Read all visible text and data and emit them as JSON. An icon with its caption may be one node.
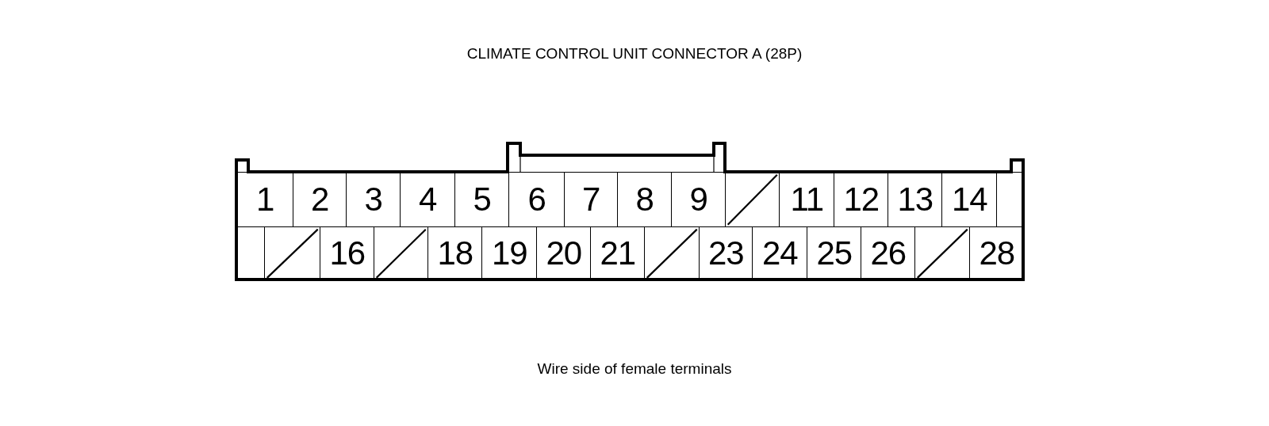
{
  "diagram": {
    "title": "CLIMATE CONTROL UNIT CONNECTOR A (28P)",
    "caption": "Wire side of female terminals",
    "nodes": [
      {
        "text": [
          "1"
        ]
      },
      {
        "text": [
          "2"
        ]
      },
      {
        "text": [
          "3"
        ]
      },
      {
        "text": [
          "4"
        ]
      },
      {
        "text": [
          "5"
        ]
      },
      {
        "text": [
          "6"
        ]
      },
      {
        "text": [
          "7"
        ]
      },
      {
        "text": [
          "8"
        ]
      },
      {
        "text": [
          "9"
        ]
      },
      {
        "text": [],
        "shape": "slashed-box"
      },
      {
        "text": [
          "11"
        ]
      },
      {
        "text": [
          "12"
        ]
      },
      {
        "text": [
          "13"
        ]
      },
      {
        "text": [
          "14"
        ]
      },
      {
        "text": [],
        "shape": "box"
      },
      {
        "text": [],
        "shape": "box"
      },
      {
        "text": [],
        "shape": "slashed-box"
      },
      {
        "text": [
          "16"
        ]
      },
      {
        "text": [],
        "shape": "slashed-box"
      },
      {
        "text": [
          "18"
        ]
      },
      {
        "text": [
          "19"
        ]
      },
      {
        "text": [
          "20"
        ]
      },
      {
        "text": [
          "21"
        ]
      },
      {
        "text": [],
        "shape": "slashed-box"
      },
      {
        "text": [
          "23"
        ]
      },
      {
        "text": [
          "24"
        ]
      },
      {
        "text": [
          "25"
        ]
      },
      {
        "text": [
          "26"
        ]
      },
      {
        "text": [],
        "shape": "slashed-box"
      },
      {
        "text": [
          "28"
        ]
      }
    ]
  }
}
